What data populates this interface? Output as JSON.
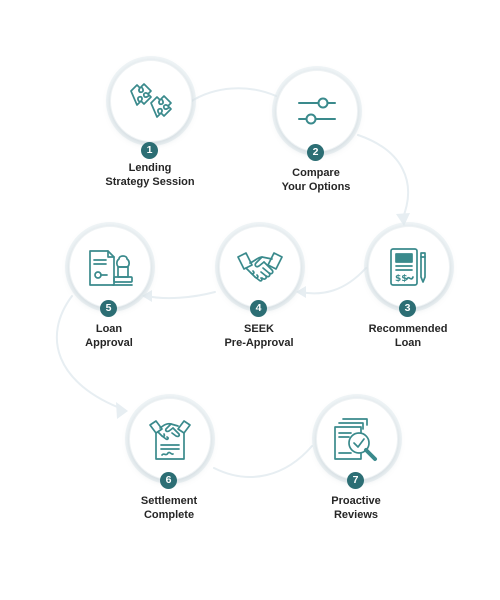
{
  "colors": {
    "accent": "#2c6e74",
    "icon_stroke": "#3a8a8c",
    "label_text": "#262626",
    "connector": "#e7eef2"
  },
  "steps": [
    {
      "number": "1",
      "line1": "Lending",
      "line2": "Strategy Session",
      "icon": "puzzle-pieces-icon"
    },
    {
      "number": "2",
      "line1": "Compare",
      "line2": "Your Options",
      "icon": "sliders-icon"
    },
    {
      "number": "3",
      "line1": "Recommended",
      "line2": "Loan",
      "icon": "document-dollar-pen-icon"
    },
    {
      "number": "4",
      "line1": "SEEK",
      "line2": "Pre-Approval",
      "icon": "handshake-icon"
    },
    {
      "number": "5",
      "line1": "Loan",
      "line2": "Approval",
      "icon": "document-stamp-icon"
    },
    {
      "number": "6",
      "line1": "Settlement",
      "line2": "Complete",
      "icon": "handshake-contract-icon"
    },
    {
      "number": "7",
      "line1": "Proactive",
      "line2": "Reviews",
      "icon": "document-magnifier-icon"
    }
  ]
}
